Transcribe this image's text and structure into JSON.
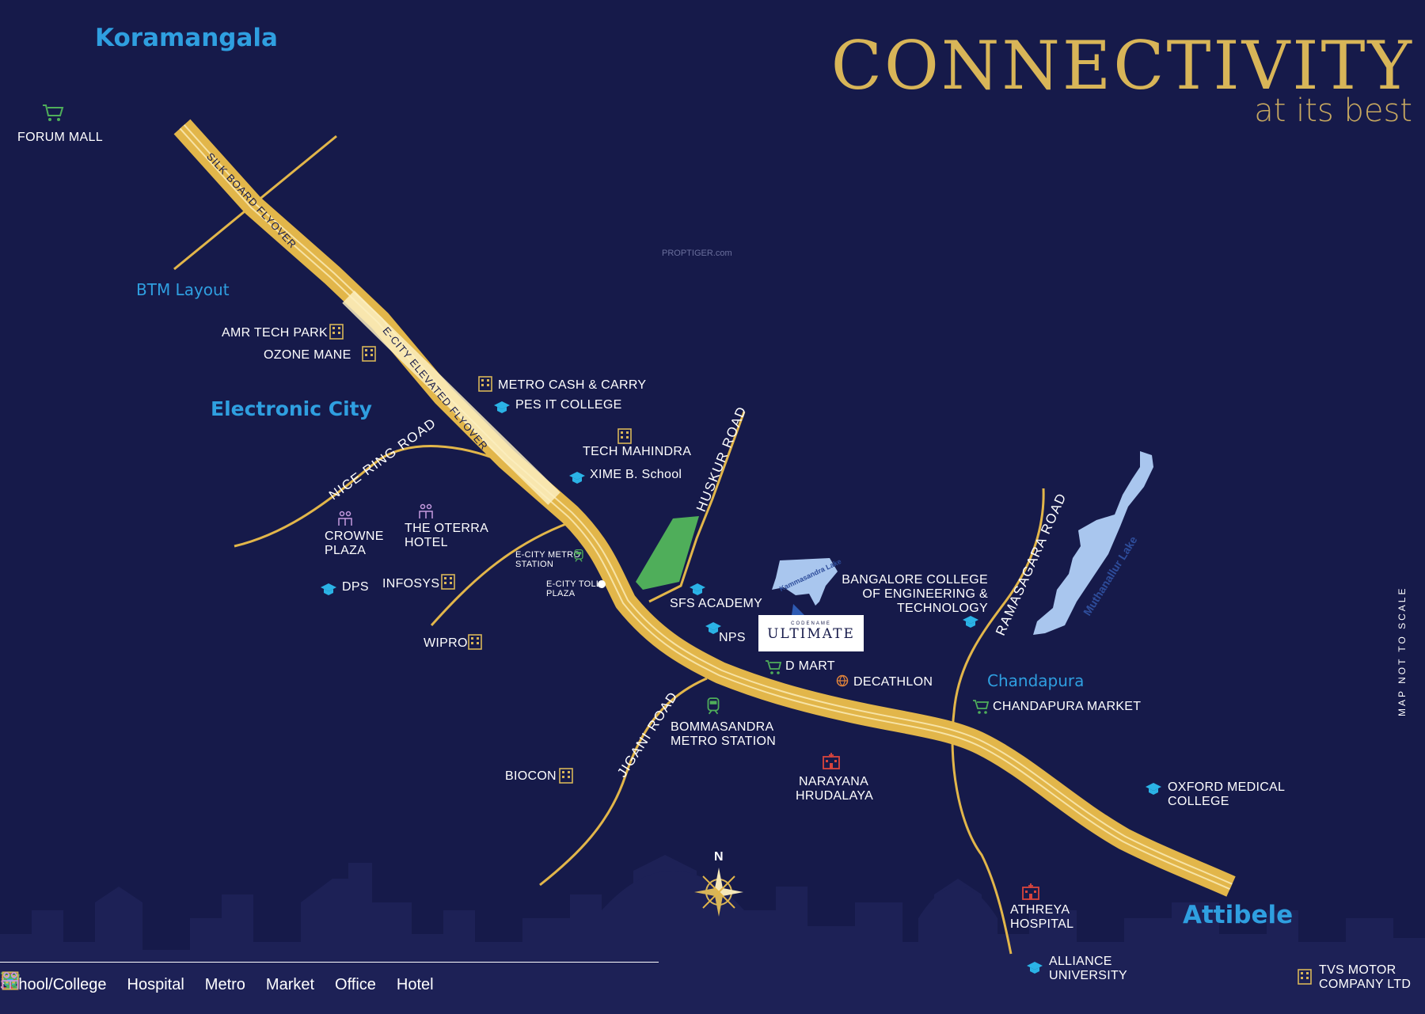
{
  "header": {
    "title": "CONNECTIVITY",
    "subtitle": "at its best"
  },
  "watermark": "PROPTIGER.com",
  "scale_note": "MAP NOT TO SCALE",
  "areas": {
    "koramangala": "Koramangala",
    "btm_layout": "BTM Layout",
    "electronic_city": "Electronic City",
    "chandapura": "Chandapura",
    "attibele": "Attibele"
  },
  "roads": {
    "silk_board": "SILK BOARD FLYOVER",
    "ecity_flyover": "E-CITY ELEVATED FLYOVER",
    "nice_ring": "NICE RING ROAD",
    "huskur": "HUSKUR ROAD",
    "ramasagara": "RAMASAGARA ROAD",
    "jigani": "JIGANI ROAD"
  },
  "lakes": {
    "kammasandra": "Kammasandra Lake",
    "muthanallur": "Muthanallur Lake"
  },
  "project": {
    "prefix": "CODENAME",
    "name": "ULTIMATE"
  },
  "landmarks": {
    "forum_mall": "FORUM MALL",
    "amr_tech_park": "AMR TECH PARK",
    "ozone_mane": "OZONE MANE",
    "metro_cash": "METRO CASH & CARRY",
    "pes_it": "PES IT COLLEGE",
    "tech_mahindra": "TECH MAHINDRA",
    "xime": "XIME B. School",
    "crowne_plaza_1": "CROWNE",
    "crowne_plaza_2": "PLAZA",
    "oterra_1": "THE OTERRA",
    "oterra_2": "HOTEL",
    "dps": "DPS",
    "infosys": "INFOSYS",
    "ecity_metro_1": "E-CITY METRO",
    "ecity_metro_2": "STATION",
    "ecity_toll_1": "E-CITY TOLL",
    "ecity_toll_2": "PLAZA",
    "wipro": "WIPRO",
    "sfs_academy": "SFS ACADEMY",
    "nps": "NPS",
    "bangalore_college_1": "BANGALORE COLLEGE",
    "bangalore_college_2": "OF ENGINEERING &",
    "bangalore_college_3": "TECHNOLOGY",
    "d_mart": "D MART",
    "decathlon": "DECATHLON",
    "chandapura_market": "CHANDAPURA MARKET",
    "bommasandra_1": "BOMMASANDRA",
    "bommasandra_2": "METRO STATION",
    "biocon": "BIOCON",
    "narayana_1": "NARAYANA",
    "narayana_2": "HRUDALAYA",
    "oxford_1": "OXFORD MEDICAL",
    "oxford_2": "COLLEGE",
    "athreya_1": "ATHREYA",
    "athreya_2": "HOSPITAL",
    "alliance_1": "ALLIANCE",
    "alliance_2": "UNIVERSITY",
    "tvs_1": "TVS MOTOR",
    "tvs_2": "COMPANY LTD"
  },
  "compass": {
    "north": "N"
  },
  "legend": {
    "school": "School/College",
    "hospital": "Hospital",
    "metro": "Metro",
    "market": "Market",
    "office": "Office",
    "hotel": "Hotel"
  },
  "colors": {
    "background": "#161a4a",
    "road": "#e2b64a",
    "area_label": "#2f9fe0",
    "title": "#d8b558",
    "school": "#2bb3e6",
    "hospital": "#d9443c",
    "metro": "#4fae5a",
    "market": "#4fae5a",
    "office": "#d8b558",
    "hotel": "#c59be0",
    "lake": "#a9c6ee"
  }
}
